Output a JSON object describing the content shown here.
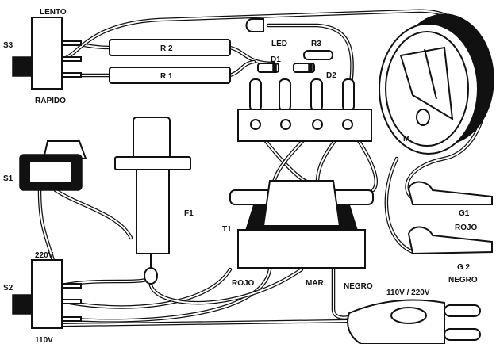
{
  "labels": {
    "s3": "S3",
    "lento": "LENTO",
    "rapido": "RAPIDO",
    "r2": "R 2",
    "r1": "R 1",
    "led": "LED",
    "r3": "R3",
    "d1": "D1",
    "d2": "D2",
    "plus": "(+)",
    "minus": "(–)",
    "meter": "M",
    "s1": "S1",
    "f1": "F1",
    "t1": "T1",
    "g1": "G1",
    "g1_color": "ROJO",
    "g2": "G 2",
    "g2_color": "NEGRO",
    "s2": "S2",
    "v220": "220V",
    "v110": "110V",
    "wire_rojo": "ROJO",
    "wire_mar": "MAR.",
    "wire_negro": "NEGRO",
    "plug": "110V / 220V"
  },
  "colors": {
    "ink": "#111111",
    "paper": "#ffffff"
  }
}
